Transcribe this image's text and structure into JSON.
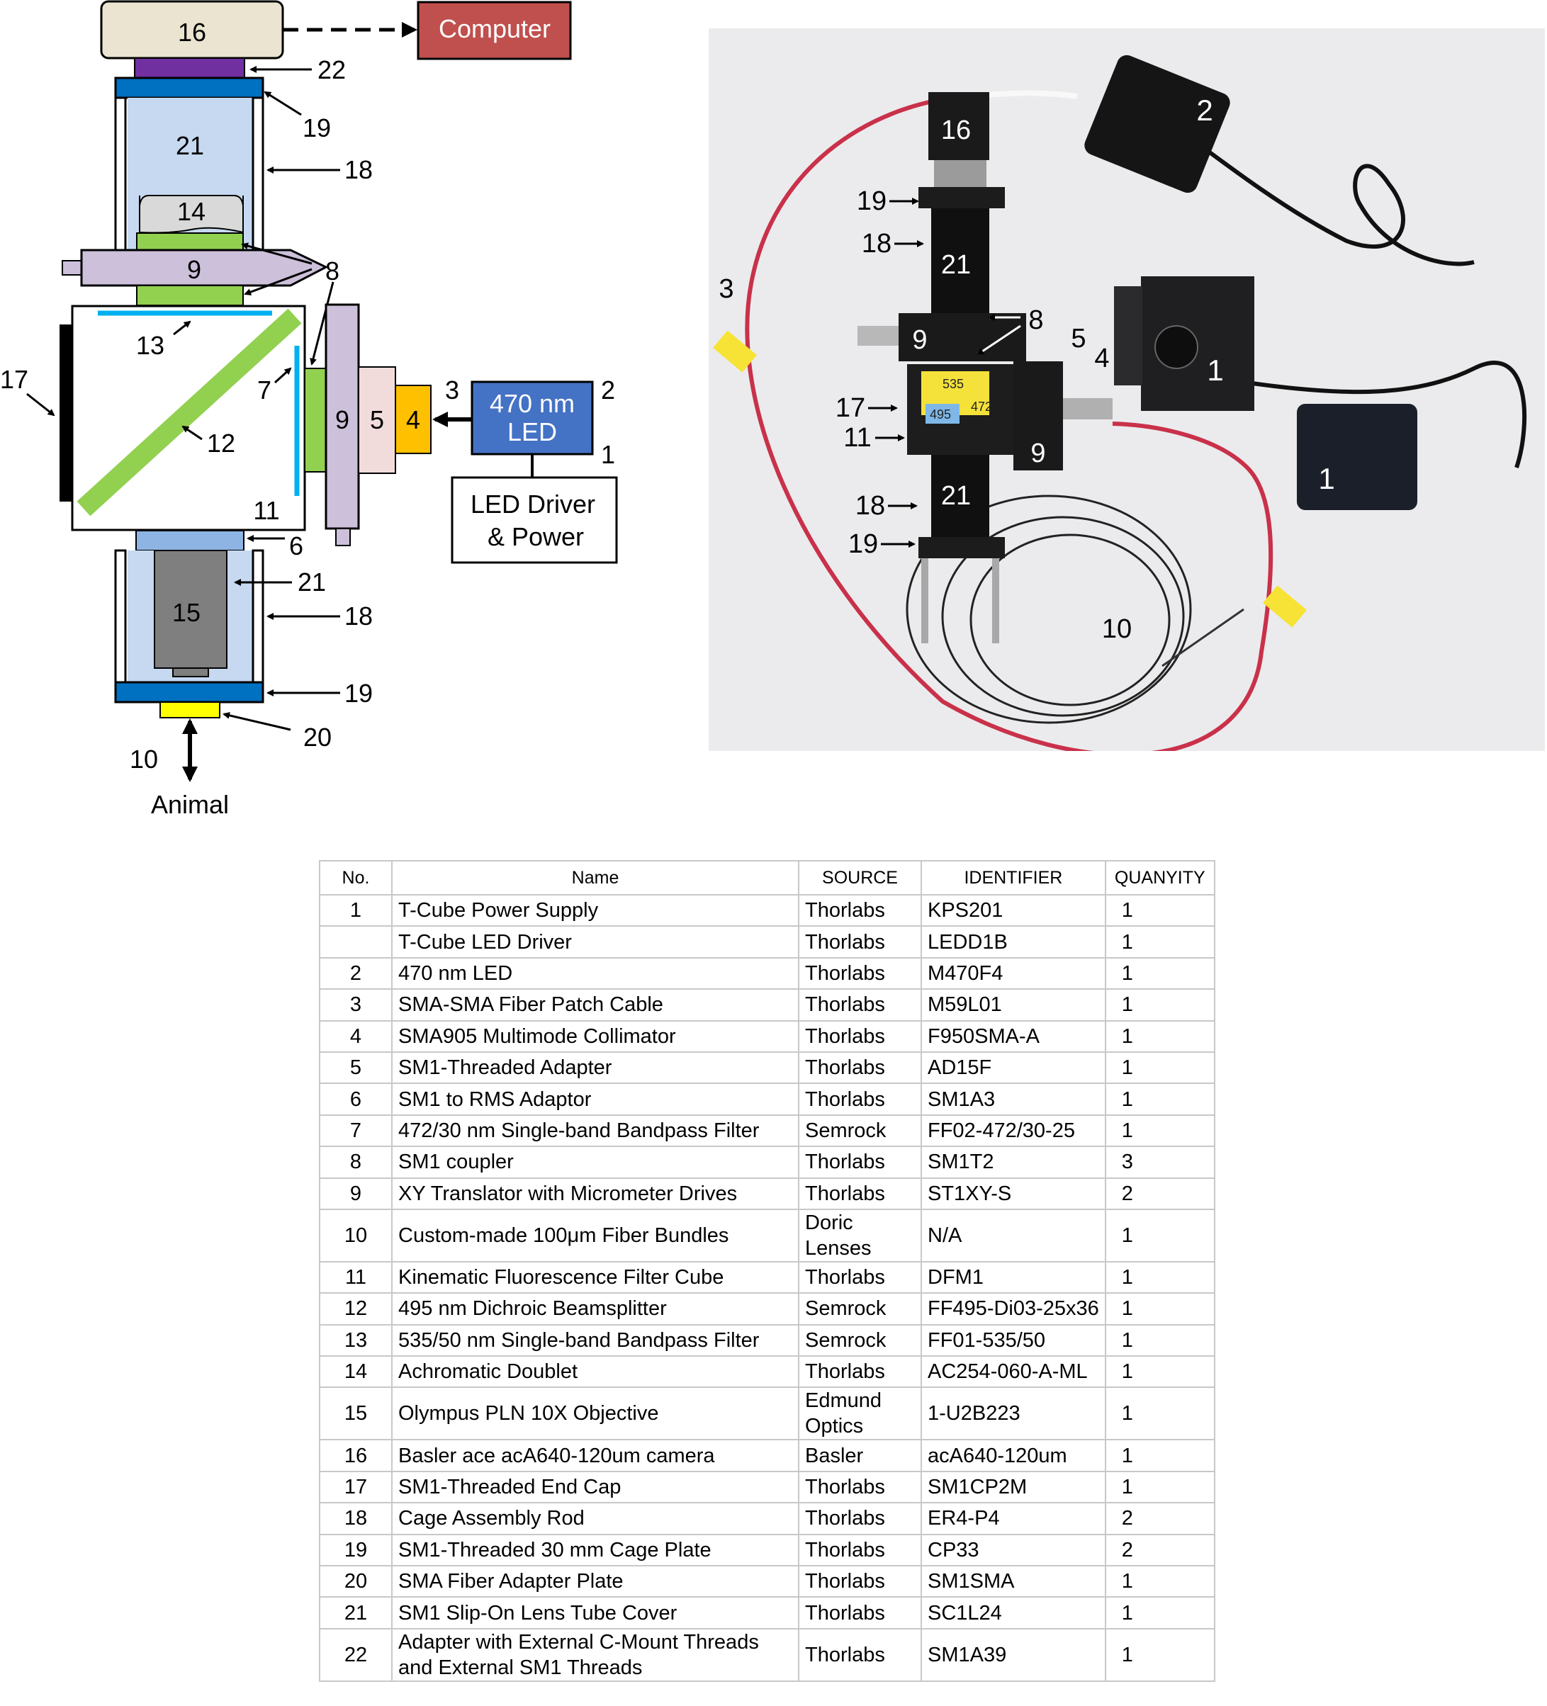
{
  "diagram": {
    "labels": {
      "camera": "16",
      "computer": "Computer",
      "c_mount_adapter": "22",
      "cage_plate_top": "19",
      "lens_tube_top": "21",
      "rod_top": "18",
      "doublet": "14",
      "translator_top": "9",
      "coupler": "8",
      "emission_filter": "13",
      "end_cap": "17",
      "excitation_filter": "7",
      "dichroic": "12",
      "filter_cube": "11",
      "translator_side": "9",
      "adapter": "5",
      "collimator": "4",
      "patch_cable": "3",
      "led_box": "470 nm LED",
      "led_num": "2",
      "driver_num": "1",
      "driver_box": "LED Driver & Power",
      "rms_adaptor": "6",
      "lens_tube_bottom": "21",
      "objective": "15",
      "rod_bottom": "18",
      "cage_plate_bottom": "19",
      "sma_plate": "20",
      "fiber_bundle": "10",
      "animal": "Animal"
    }
  },
  "photo": {
    "labels": {
      "camera": "16",
      "led": "2",
      "cage_plate_top": "19",
      "rod_top": "18",
      "tube_top": "21",
      "patch_cable": "3",
      "translator_left": "9",
      "couplers": "8",
      "adapter": "5",
      "collimator": "4",
      "driver": "1",
      "end_cap": "17",
      "cube": "11",
      "translator_right": "9",
      "power": "1",
      "rod_bottom": "18",
      "tube_bottom": "21",
      "cage_plate_bottom": "19",
      "fiber": "10",
      "cube_tape_1": "535",
      "cube_tape_2": "495",
      "cube_tape_3": "472"
    }
  },
  "table": {
    "headers": [
      "No.",
      "Name",
      "SOURCE",
      "IDENTIFIER",
      "QUANYITY"
    ],
    "rows": [
      [
        "1",
        "T-Cube Power Supply",
        "Thorlabs",
        "KPS201",
        "1"
      ],
      [
        "",
        "T-Cube LED Driver",
        "Thorlabs",
        "LEDD1B",
        "1"
      ],
      [
        "2",
        "470 nm LED",
        "Thorlabs",
        "M470F4",
        "1"
      ],
      [
        "3",
        "SMA-SMA Fiber Patch Cable",
        "Thorlabs",
        "M59L01",
        "1"
      ],
      [
        "4",
        "SMA905 Multimode Collimator",
        "Thorlabs",
        "F950SMA-A",
        "1"
      ],
      [
        "5",
        "SM1-Threaded Adapter",
        "Thorlabs",
        "AD15F",
        "1"
      ],
      [
        "6",
        "SM1 to RMS Adaptor",
        "Thorlabs",
        "SM1A3",
        "1"
      ],
      [
        "7",
        "472/30 nm Single-band Bandpass Filter",
        "Semrock",
        "FF02-472/30-25",
        "1"
      ],
      [
        "8",
        "SM1 coupler",
        "Thorlabs",
        "SM1T2",
        "3"
      ],
      [
        "9",
        "XY Translator with Micrometer Drives",
        "Thorlabs",
        "ST1XY-S",
        "2"
      ],
      [
        "10",
        "Custom-made 100μm Fiber Bundles",
        "Doric Lenses",
        "N/A",
        "1"
      ],
      [
        "11",
        "Kinematic Fluorescence Filter Cube",
        "Thorlabs",
        "DFM1",
        "1"
      ],
      [
        "12",
        "495 nm Dichroic Beamsplitter",
        "Semrock",
        "FF495-Di03-25x36",
        "1"
      ],
      [
        "13",
        "535/50 nm Single-band Bandpass Filter",
        "Semrock",
        "FF01-535/50",
        "1"
      ],
      [
        "14",
        "Achromatic Doublet",
        "Thorlabs",
        "AC254-060-A-ML",
        "1"
      ],
      [
        "15",
        "Olympus PLN 10X Objective",
        "Edmund Optics",
        "1-U2B223",
        "1"
      ],
      [
        "16",
        "Basler ace acA640-120um camera",
        "Basler",
        "acA640-120um",
        "1"
      ],
      [
        "17",
        "SM1-Threaded End Cap",
        "Thorlabs",
        "SM1CP2M",
        "1"
      ],
      [
        "18",
        "Cage Assembly Rod",
        "Thorlabs",
        "ER4-P4",
        "2"
      ],
      [
        "19",
        "SM1-Threaded 30 mm Cage Plate",
        "Thorlabs",
        "CP33",
        "2"
      ],
      [
        "20",
        "SMA Fiber Adapter Plate",
        "Thorlabs",
        "SM1SMA",
        "1"
      ],
      [
        "21",
        "SM1 Slip-On Lens Tube Cover",
        "Thorlabs",
        "SC1L24",
        "1"
      ],
      [
        "22",
        "Adapter with External C-Mount Threads and External SM1 Threads",
        "Thorlabs",
        "SM1A39",
        "1"
      ]
    ]
  }
}
